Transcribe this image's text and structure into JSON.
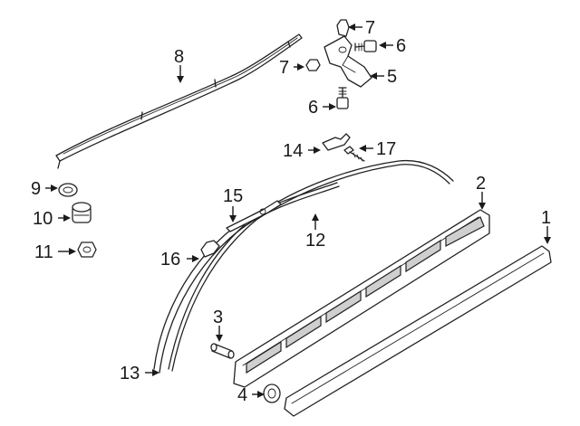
{
  "diagram": {
    "callouts": [
      {
        "id": "c1",
        "label": "1"
      },
      {
        "id": "c2",
        "label": "2"
      },
      {
        "id": "c3",
        "label": "3"
      },
      {
        "id": "c4",
        "label": "4"
      },
      {
        "id": "c5",
        "label": "5"
      },
      {
        "id": "c6a",
        "label": "6"
      },
      {
        "id": "c6b",
        "label": "6"
      },
      {
        "id": "c7a",
        "label": "7"
      },
      {
        "id": "c7b",
        "label": "7"
      },
      {
        "id": "c8",
        "label": "8"
      },
      {
        "id": "c9",
        "label": "9"
      },
      {
        "id": "c10",
        "label": "10"
      },
      {
        "id": "c11",
        "label": "11"
      },
      {
        "id": "c12",
        "label": "12"
      },
      {
        "id": "c13",
        "label": "13"
      },
      {
        "id": "c14",
        "label": "14"
      },
      {
        "id": "c15",
        "label": "15"
      },
      {
        "id": "c16",
        "label": "16"
      },
      {
        "id": "c17",
        "label": "17"
      }
    ],
    "colors": {
      "line": "#222222",
      "background": "#ffffff",
      "text": "#1a1a1a"
    }
  }
}
